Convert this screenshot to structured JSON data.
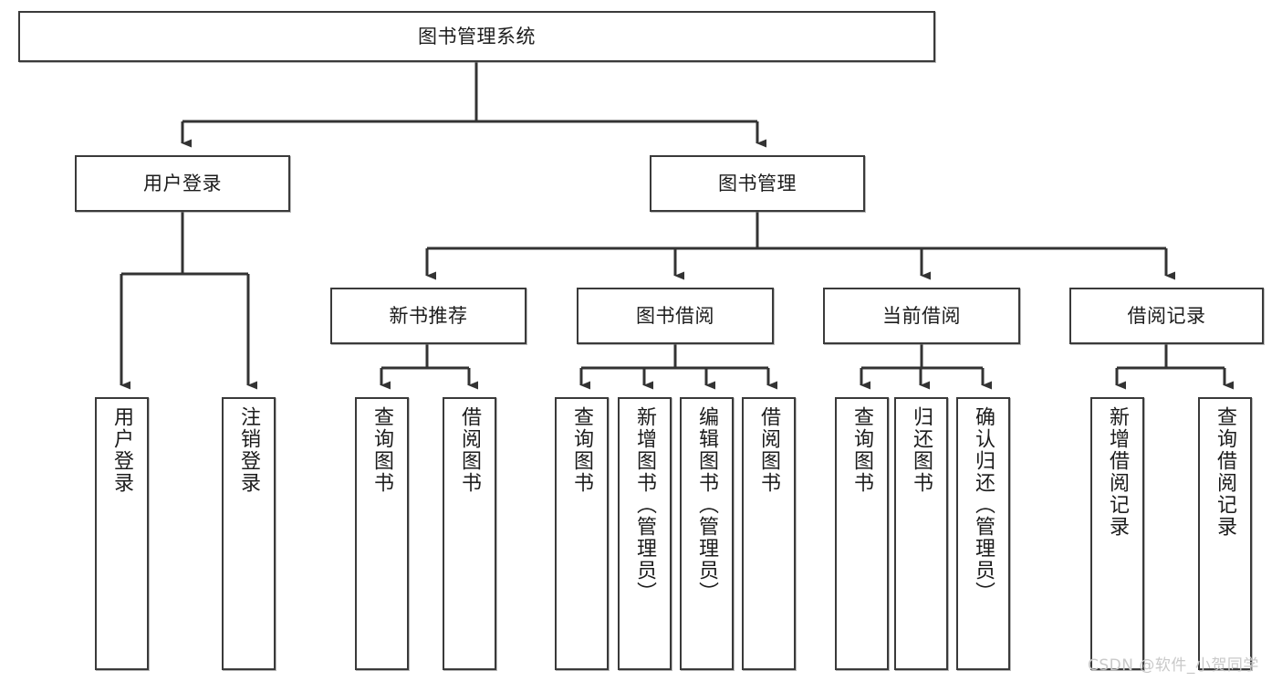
{
  "diagram": {
    "title": "图书管理系统",
    "type": "tree-hierarchy-chart",
    "watermark": "CSDN @软件_小贺同学",
    "colors": {
      "box_border": "#3a3a3a",
      "box_fill": "#ffffff",
      "connector": "#333333",
      "text": "#1c1c1c",
      "watermark": "#c9c9c9"
    },
    "root": {
      "label": "图书管理系统"
    },
    "level2": [
      {
        "label": "用户登录"
      },
      {
        "label": "图书管理"
      }
    ],
    "level3": [
      {
        "label": "新书推荐"
      },
      {
        "label": "图书借阅"
      },
      {
        "label": "当前借阅"
      },
      {
        "label": "借阅记录"
      }
    ],
    "leaves": {
      "user_login": [
        {
          "label": "用户登录"
        },
        {
          "label": "注销登录"
        }
      ],
      "new_book": [
        {
          "label": "查询图书"
        },
        {
          "label": "借阅图书"
        }
      ],
      "book_borrow": [
        {
          "label": "查询图书"
        },
        {
          "label": "新增图书（管理员）"
        },
        {
          "label": "编辑图书（管理员）"
        },
        {
          "label": "借阅图书"
        }
      ],
      "current_borrow": [
        {
          "label": "查询图书"
        },
        {
          "label": "归还图书"
        },
        {
          "label": "确认归还（管理员）"
        }
      ],
      "borrow_record": [
        {
          "label": "新增借阅记录"
        },
        {
          "label": "查询借阅记录"
        }
      ]
    }
  }
}
